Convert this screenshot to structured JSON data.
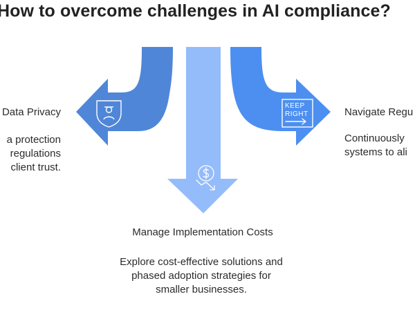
{
  "title": "How to overcome challenges in AI compliance?",
  "branches": {
    "left": {
      "label": "Data Privacy",
      "description": [
        "a protection",
        "regulations",
        "client trust."
      ],
      "icon": "shield-user-icon",
      "color": "#4F86D8"
    },
    "center": {
      "label": "Manage Implementation Costs",
      "description": [
        "Explore cost-effective solutions and",
        "phased adoption strategies for",
        "smaller businesses."
      ],
      "icon": "dollar-down-icon",
      "color": "#94BCFA"
    },
    "right": {
      "label": "Navigate Regu",
      "description": [
        "Continuously",
        "systems to ali"
      ],
      "icon": "keep-right-sign-icon",
      "icon_text": [
        "KEEP",
        "RIGHT"
      ],
      "color": "#4D8FF0"
    }
  }
}
